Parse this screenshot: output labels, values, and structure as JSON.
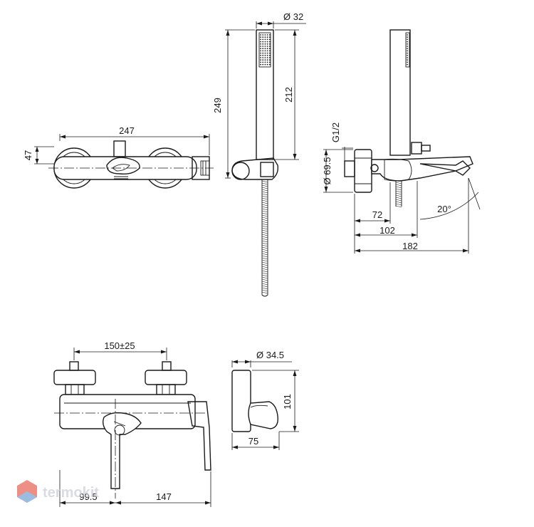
{
  "dimensions": {
    "top_width": "247",
    "top_height": "47",
    "hand_shower_diameter": "Ø 32",
    "hand_shower_total": "249",
    "hand_shower_body": "212",
    "side_thread": "G1/2",
    "side_rosette": "Ø 69.5",
    "side_72": "72",
    "side_102": "102",
    "side_182": "182",
    "side_angle": "20°",
    "centers": "150±25",
    "holder_diameter": "Ø 34.5",
    "holder_height": "101",
    "holder_depth": "75",
    "front_left": "99.5",
    "front_right": "147"
  },
  "watermark": {
    "text": "termokit",
    "logo_colors": [
      "#e86a5c",
      "#7aa7d9"
    ]
  }
}
